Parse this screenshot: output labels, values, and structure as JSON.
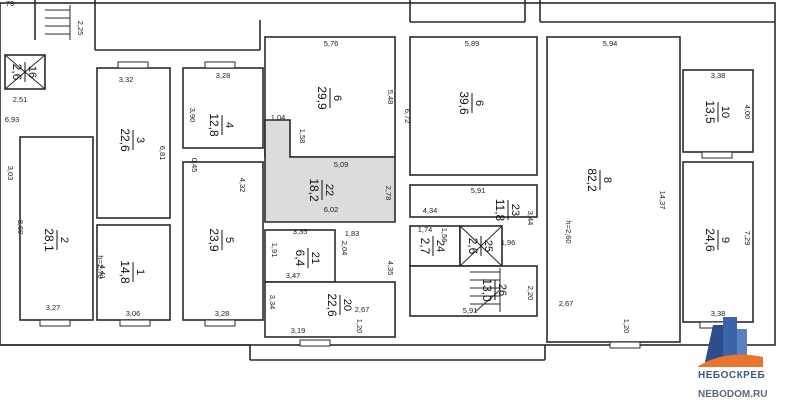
{
  "plan": {
    "rooms": [
      {
        "id": "r3",
        "num": "3",
        "area": "22,6",
        "dims": [
          "3,32",
          "6,81"
        ]
      },
      {
        "id": "r2",
        "num": "2",
        "area": "28,1",
        "dims": [
          "8,60",
          "3,27"
        ],
        "height": "h=2,70"
      },
      {
        "id": "r1",
        "num": "1",
        "area": "14,8",
        "dims": [
          "4,41",
          "3,06"
        ]
      },
      {
        "id": "r4",
        "num": "4",
        "area": "12,8",
        "dims": [
          "3,28",
          "3,90"
        ]
      },
      {
        "id": "r5",
        "num": "5",
        "area": "23,9",
        "dims": [
          "0,45",
          "4,32",
          "3,28"
        ]
      },
      {
        "id": "r6a",
        "num": "6",
        "area": "29,9",
        "dims": [
          "5,76",
          "5,48",
          "1,04",
          "1,58"
        ]
      },
      {
        "id": "r22",
        "num": "22",
        "area": "18,2",
        "dims": [
          "5,09",
          "6,02",
          "2,78"
        ]
      },
      {
        "id": "r6b",
        "num": "6",
        "area": "39,6",
        "dims": [
          "5,89",
          "6,72"
        ]
      },
      {
        "id": "r23",
        "num": "23",
        "area": "11,8",
        "dims": [
          "5,91",
          "4,34",
          "3,44",
          "1,96"
        ]
      },
      {
        "id": "r21",
        "num": "21",
        "area": "6,4",
        "dims": [
          "3,35",
          "1,91",
          "2,04",
          "3,47"
        ]
      },
      {
        "id": "r20",
        "num": "20",
        "area": "22,6",
        "dims": [
          "3,34",
          "3,19",
          "1,20",
          "1,83"
        ]
      },
      {
        "id": "r24",
        "num": "24",
        "area": "2,7",
        "dims": [
          "1,74",
          "1,56"
        ]
      },
      {
        "id": "r25",
        "num": "25",
        "area": "2,6"
      },
      {
        "id": "r26",
        "num": "26",
        "area": "13,0",
        "dims": [
          "4,35",
          "2,67",
          "5,91",
          "2,20"
        ]
      },
      {
        "id": "r8",
        "num": "8",
        "area": "82,2",
        "dims": [
          "5,94",
          "14,37",
          "2,67",
          "1,20"
        ],
        "height": "h=2,60"
      },
      {
        "id": "r10",
        "num": "10",
        "area": "13,5",
        "dims": [
          "3,38",
          "4,00"
        ]
      },
      {
        "id": "r9",
        "num": "9",
        "area": "24,6",
        "dims": [
          "7,29",
          "3,38"
        ]
      },
      {
        "id": "r16",
        "num": "16",
        "area": "2,6"
      }
    ],
    "extra_dims": [
      "2,25",
      "2,51",
      "6,93",
      "3,03",
      "79"
    ]
  },
  "brand": {
    "name": "НЕБОСКРЕБ",
    "url": "NEBODOM.RU",
    "colors": {
      "orange": "#e8762c",
      "blue": "#2c4f8c"
    }
  }
}
